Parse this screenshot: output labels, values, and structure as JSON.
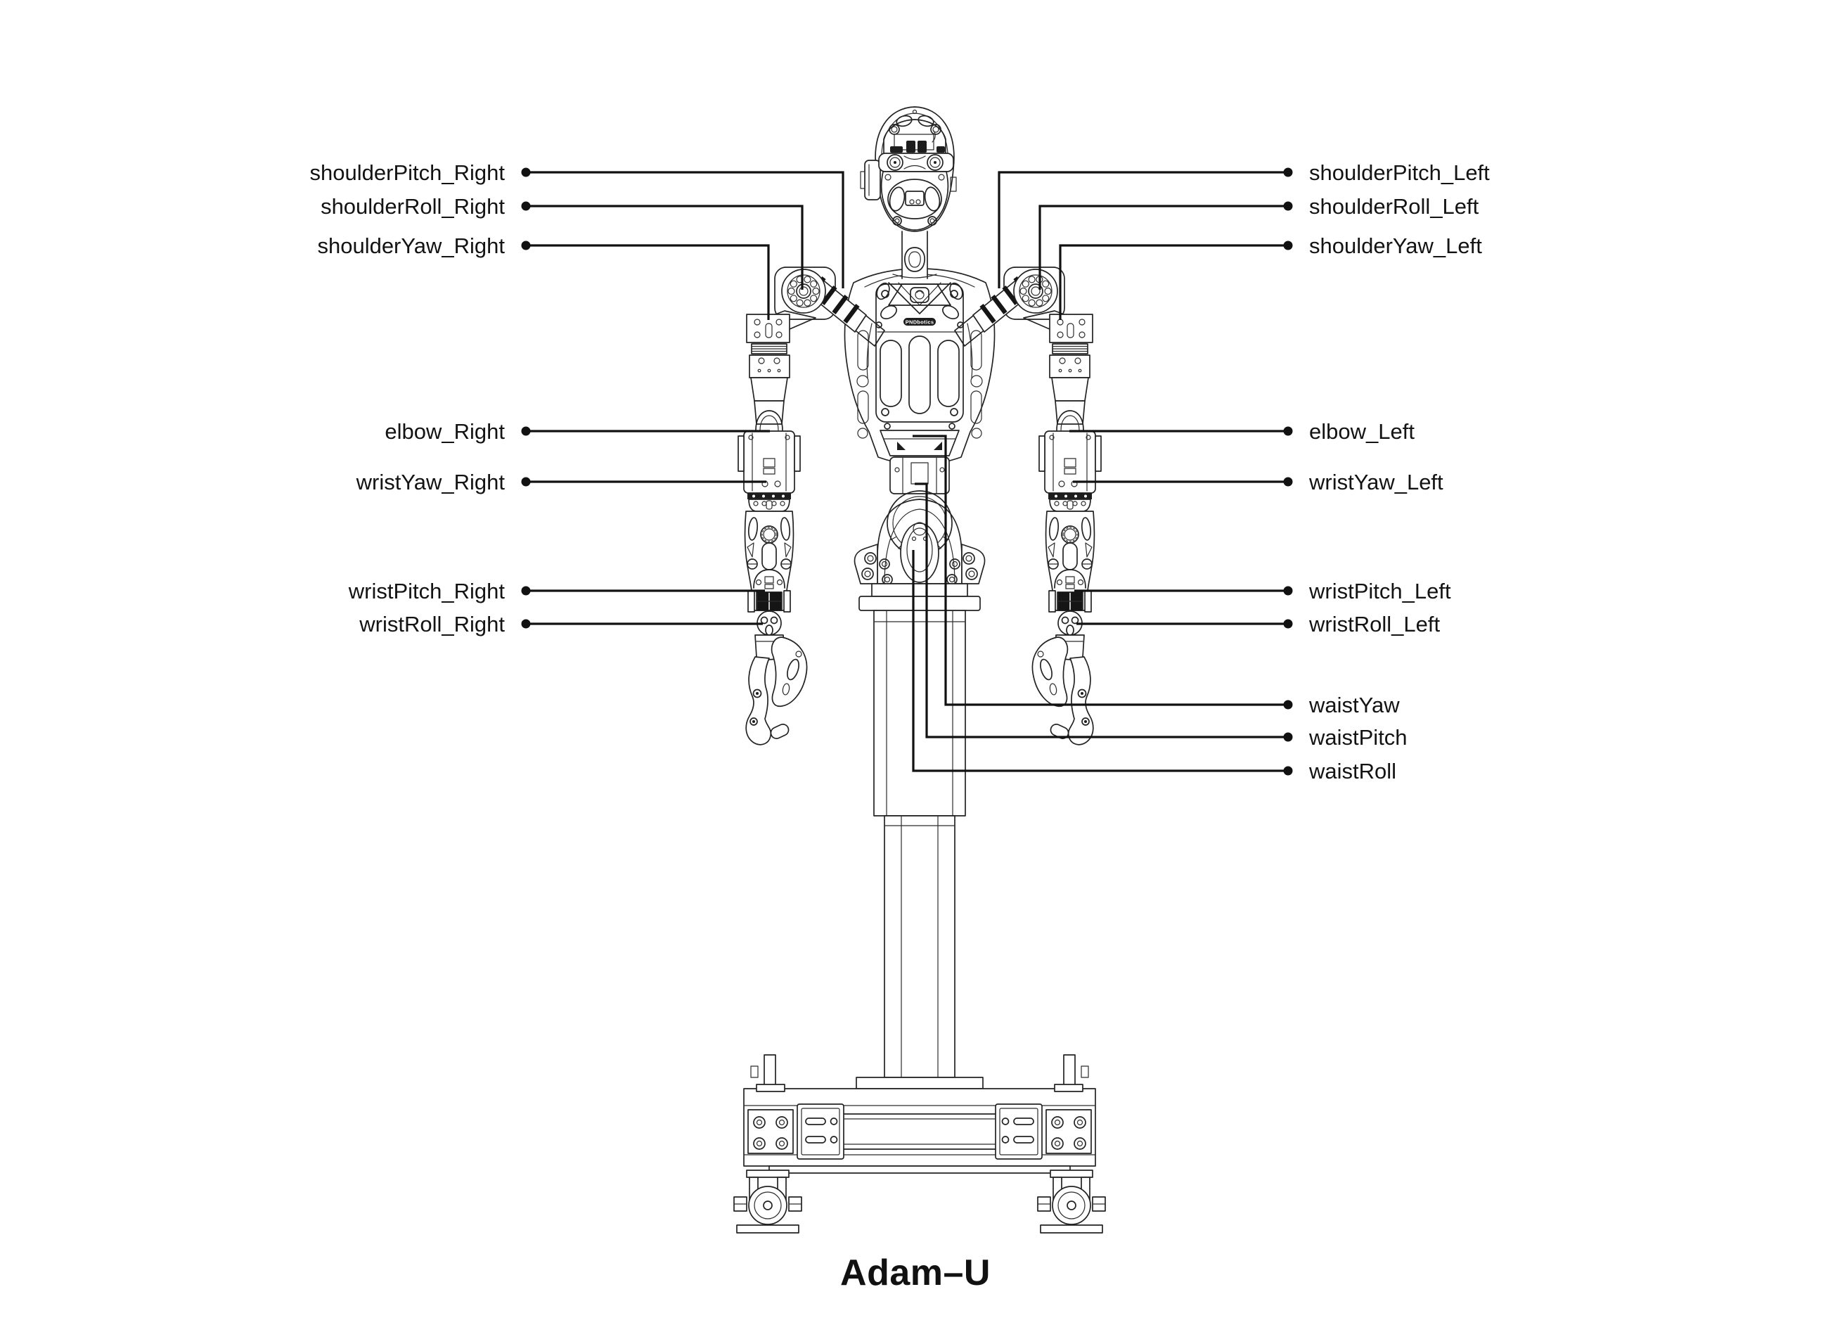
{
  "title": "Adam–U",
  "chest_badge": "PNDbotics",
  "labels": {
    "left": [
      "shoulderPitch_Right",
      "shoulderRoll_Right",
      "shoulderYaw_Right",
      "elbow_Right",
      "wristYaw_Right",
      "wristPitch_Right",
      "wristRoll_Right"
    ],
    "right": [
      "shoulderPitch_Left",
      "shoulderRoll_Left",
      "shoulderYaw_Left",
      "elbow_Left",
      "wristYaw_Left",
      "wristPitch_Left",
      "wristRoll_Left",
      "waistYaw",
      "waistPitch",
      "waistRoll"
    ]
  },
  "colors": {
    "background": "#ffffff",
    "drawing_line": "#232323",
    "leader_line": "#111111",
    "label_text": "#131313"
  }
}
